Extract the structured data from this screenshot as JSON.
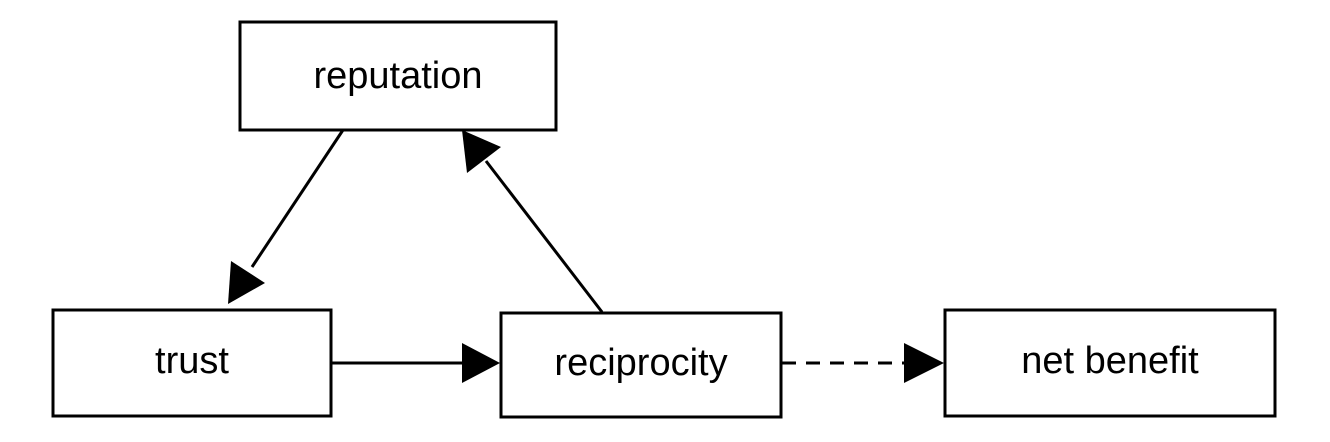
{
  "nodes": {
    "reputation": {
      "label": "reputation"
    },
    "trust": {
      "label": "trust"
    },
    "reciprocity": {
      "label": "reciprocity"
    },
    "net_benefit": {
      "label": "net benefit"
    }
  },
  "edges": [
    {
      "from": "reputation",
      "to": "trust",
      "style": "solid"
    },
    {
      "from": "trust",
      "to": "reciprocity",
      "style": "solid"
    },
    {
      "from": "reciprocity",
      "to": "reputation",
      "style": "solid"
    },
    {
      "from": "reciprocity",
      "to": "net_benefit",
      "style": "dashed"
    }
  ],
  "colors": {
    "stroke": "#000000",
    "background": "#ffffff"
  }
}
